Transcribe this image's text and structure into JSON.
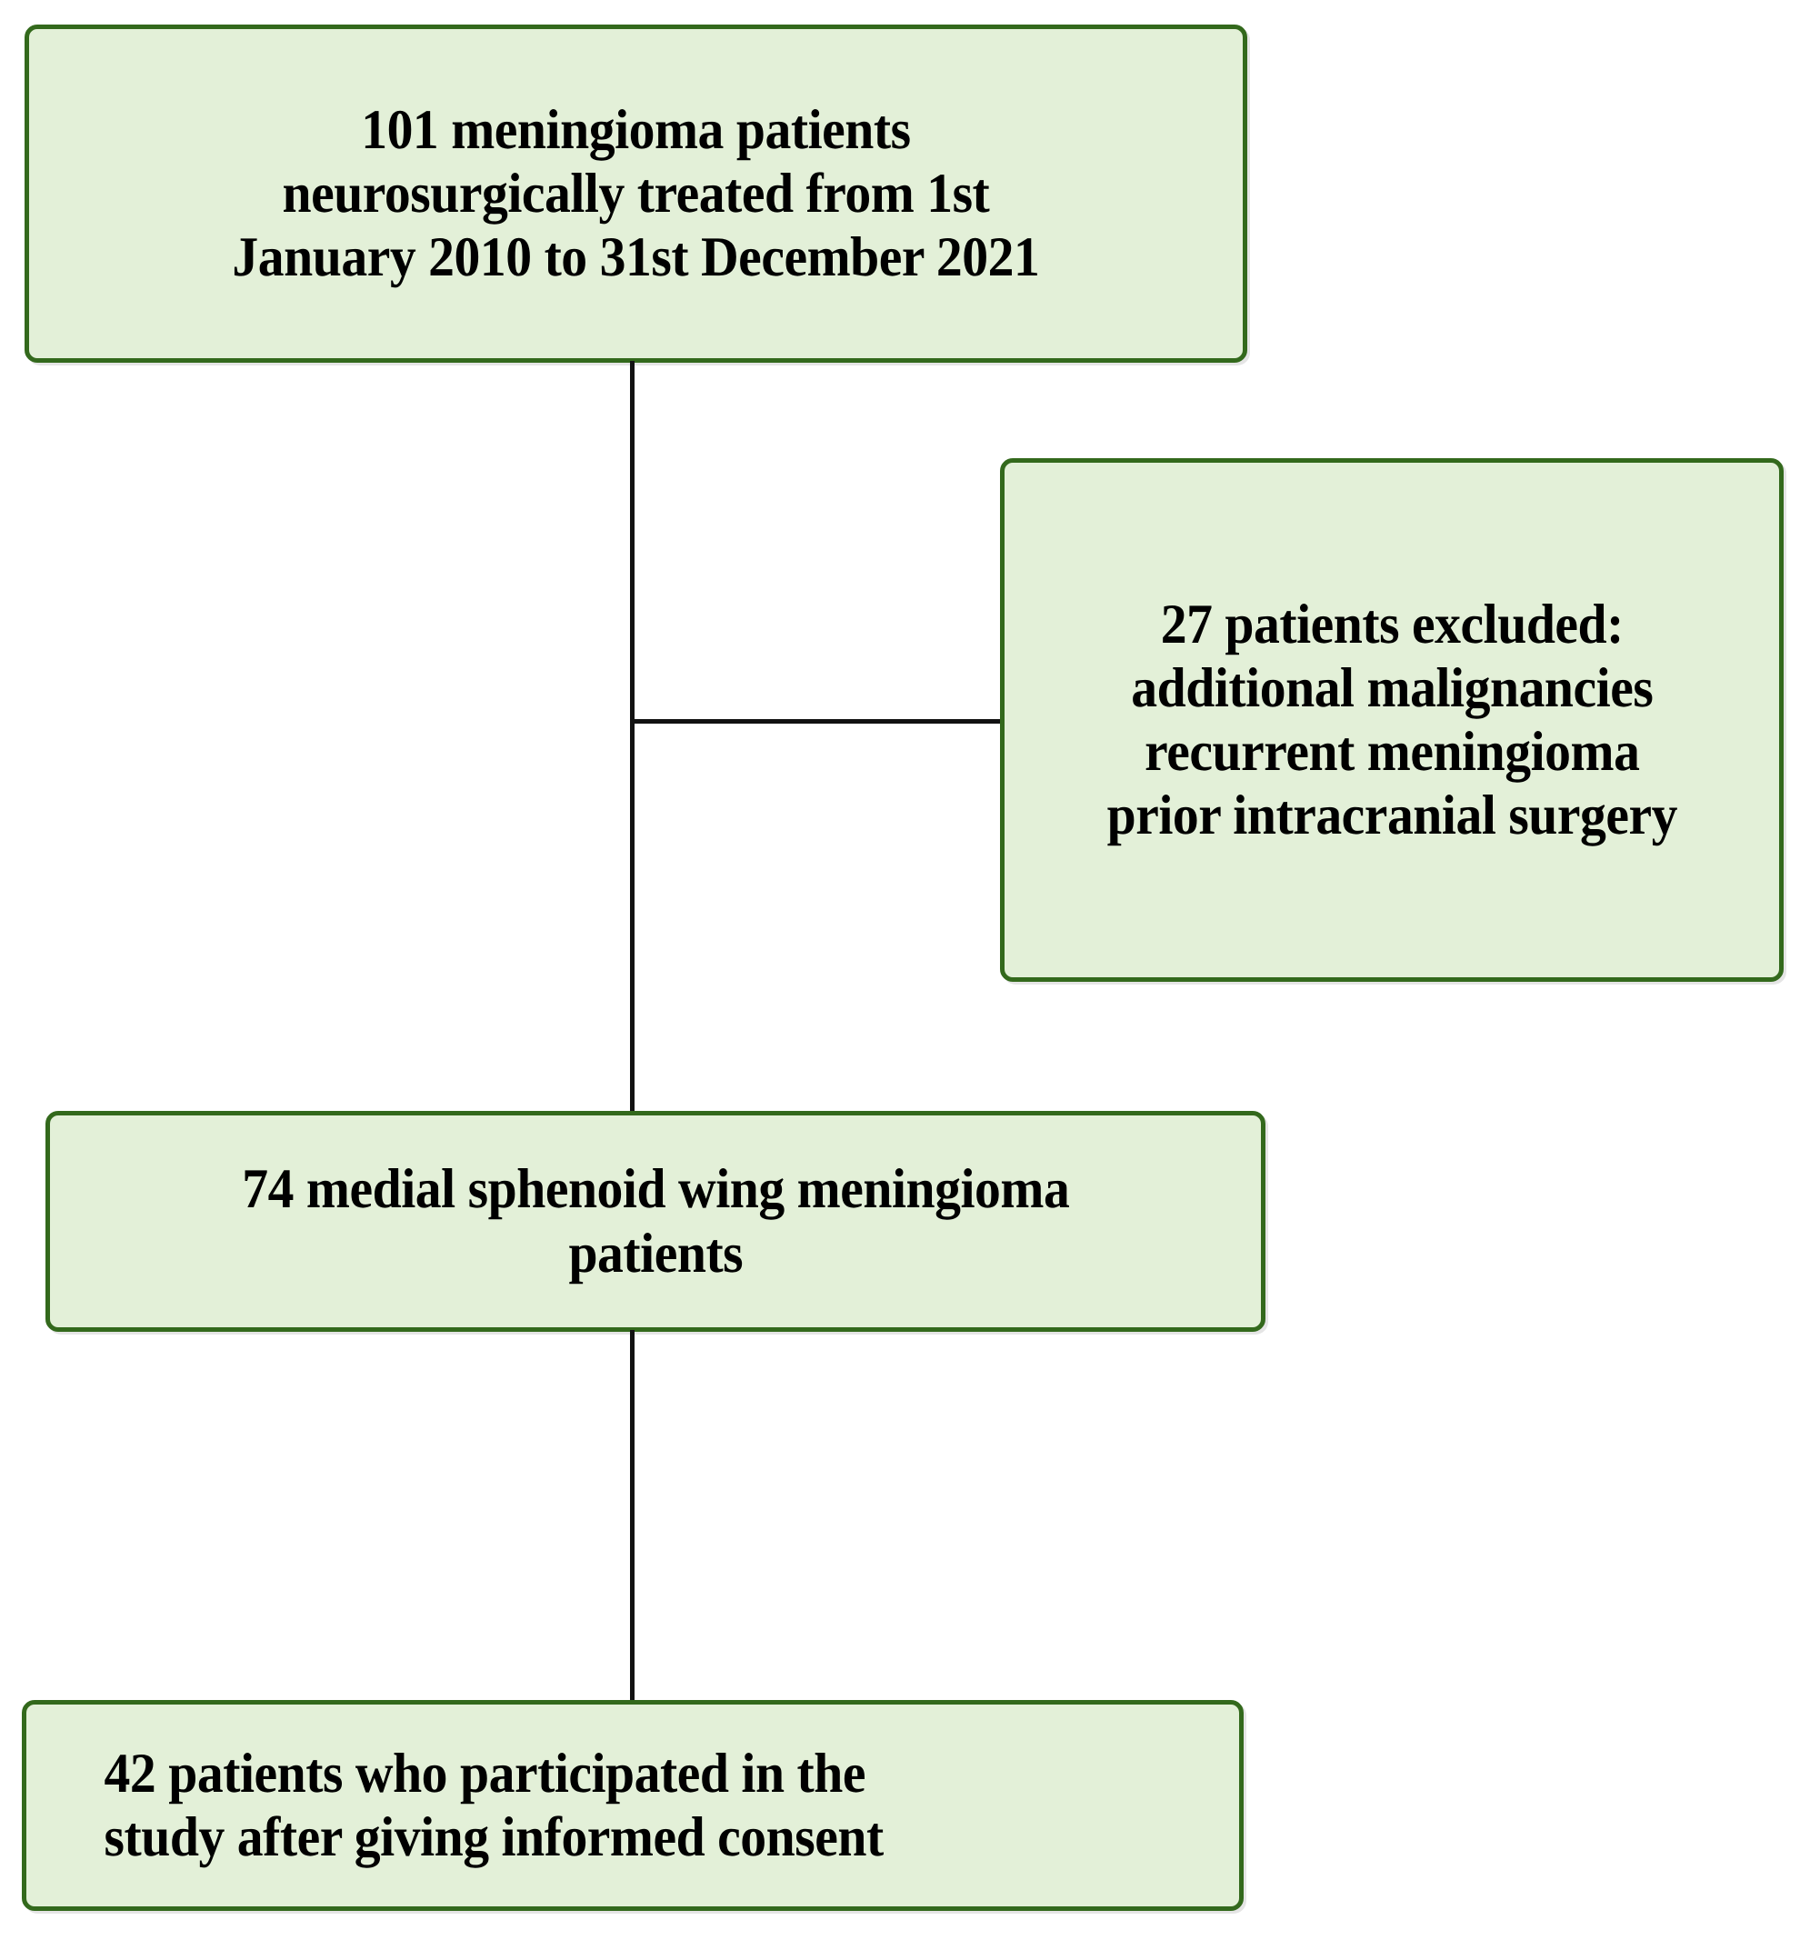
{
  "diagram": {
    "type": "study-flow-chart",
    "colors": {
      "box_fill": "#e3f0d8",
      "box_border": "#33691c",
      "connector": "#121212",
      "text": "#000000",
      "background": "#ffffff"
    },
    "nodes": [
      {
        "id": "enrolled",
        "name": "initial-cohort-box",
        "count": 101,
        "text": "101 meningioma patients\nneurosurgically treated from 1st\nJanuary 2010 to 31st December 2021",
        "lines": [
          "101 meningioma patients",
          "neurosurgically treated from 1st",
          "January 2010 to 31st December 2021"
        ]
      },
      {
        "id": "excluded",
        "name": "excluded-patients-box",
        "count": 27,
        "text": "27 patients excluded:\nadditional malignancies\nrecurrent meningioma\nprior intracranial surgery",
        "lines": [
          "27 patients excluded:",
          "additional malignancies",
          "recurrent meningioma",
          "prior intracranial surgery"
        ]
      },
      {
        "id": "eligible",
        "name": "eligible-cohort-box",
        "count": 74,
        "text": "74 medial sphenoid wing meningioma\npatients",
        "lines": [
          "74 medial sphenoid wing meningioma",
          "patients"
        ]
      },
      {
        "id": "participants",
        "name": "final-participants-box",
        "count": 42,
        "text": "42 patients who participated in the\nstudy after giving informed consent",
        "lines": [
          "42 patients who participated in the",
          "study after giving informed consent"
        ]
      }
    ],
    "edges": [
      {
        "id": "enrolled-to-eligible",
        "name": "main-vertical-connector",
        "from": "enrolled",
        "to": "eligible"
      },
      {
        "id": "main-to-excluded",
        "name": "exclusion-branch-connector",
        "from": "enrolled-to-eligible",
        "to": "excluded"
      },
      {
        "id": "eligible-to-participants",
        "name": "lower-vertical-connector",
        "from": "eligible",
        "to": "participants"
      }
    ]
  }
}
